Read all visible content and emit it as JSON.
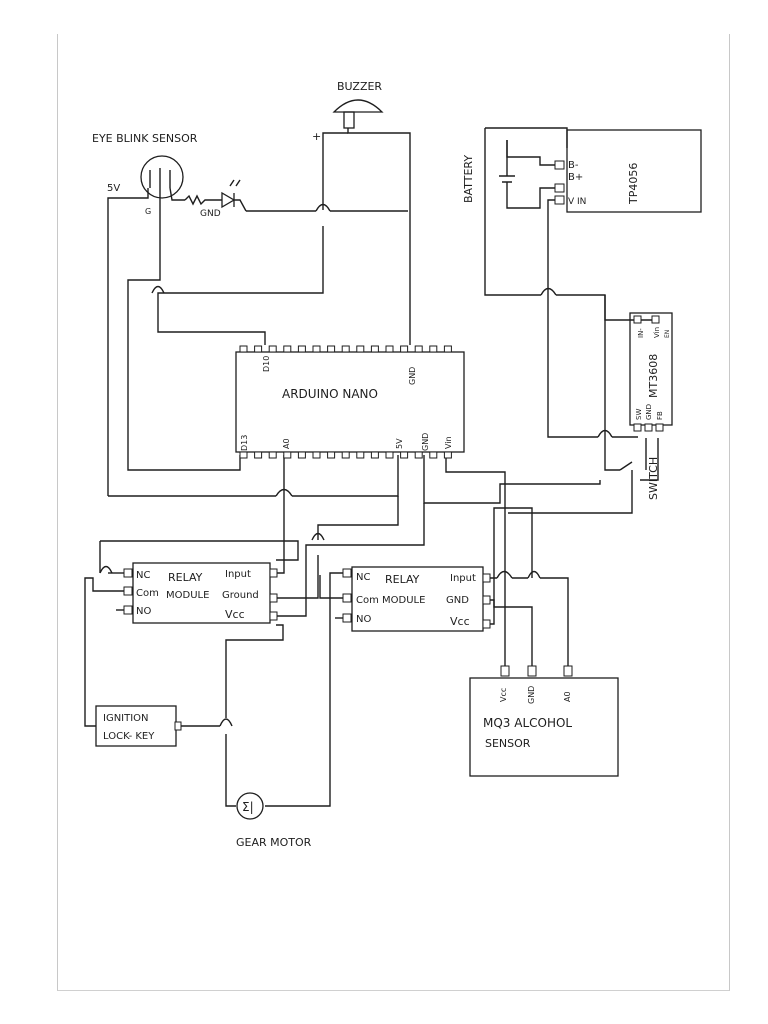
{
  "diagram": {
    "components": {
      "buzzer": {
        "label": "BUZZER",
        "polarity": "+"
      },
      "eye_blink_sensor": {
        "label": "EYE BLINK SENSOR",
        "pin_g": "G",
        "pin_5v": "5V",
        "gnd": "GND"
      },
      "battery": {
        "label": "BATTERY"
      },
      "tp4056": {
        "label": "TP4056",
        "pins": [
          "B-",
          "B+",
          "V IN"
        ]
      },
      "arduino": {
        "label": "ARDUINO NANO",
        "pin_d10": "D10",
        "pin_gnd_top": "GND",
        "pin_d13": "D13",
        "pin_a0": "A0",
        "pin_5v": "5V",
        "pin_gnd": "GND",
        "pin_vin": "Vin"
      },
      "mt3608": {
        "label": "MT3608",
        "pins_top": [
          "IN-",
          "Vin",
          "EN"
        ],
        "pins_bottom": [
          "SW",
          "GND",
          "FB"
        ]
      },
      "switch": {
        "label": "SWITCH"
      },
      "relay1": {
        "nc": "NC",
        "com": "Com",
        "no": "NO",
        "title1": "RELAY",
        "title2": "MODULE",
        "input": "Input",
        "ground": "Ground",
        "vcc": "Vcc"
      },
      "relay2": {
        "nc": "NC",
        "com": "Com",
        "no": "NO",
        "title1": "RELAY",
        "title2": "MODULE",
        "input": "Input",
        "gnd": "GND",
        "vcc": "Vcc"
      },
      "ignition": {
        "line1": "IGNITION",
        "line2": "LOCK- KEY"
      },
      "mq3": {
        "line1": "MQ3 ALCOHOL",
        "line2": "SENSOR",
        "pins": [
          "Vcc",
          "GND",
          "A0"
        ]
      },
      "gear_motor": {
        "label": "GEAR MOTOR",
        "symbol": "Σ|"
      }
    }
  }
}
